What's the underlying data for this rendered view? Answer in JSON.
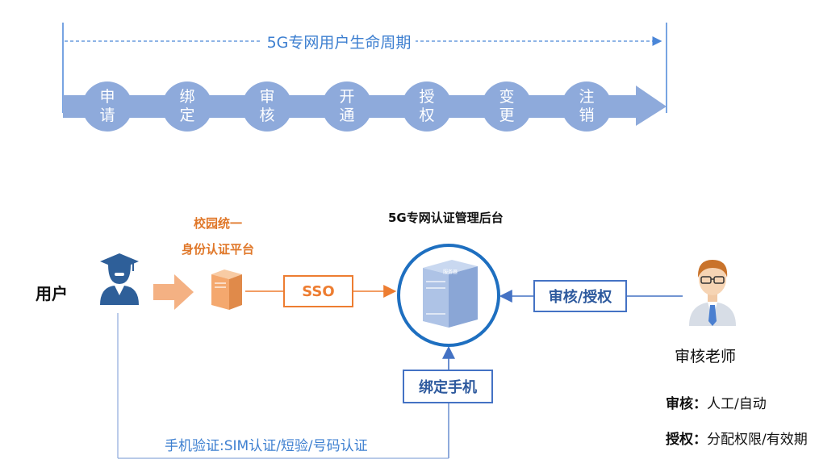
{
  "lifecycle": {
    "title": "5G专网用户生命周期",
    "stages": [
      {
        "line1": "申",
        "line2": "请"
      },
      {
        "line1": "绑",
        "line2": "定"
      },
      {
        "line1": "审",
        "line2": "核"
      },
      {
        "line1": "开",
        "line2": "通"
      },
      {
        "line1": "授",
        "line2": "权"
      },
      {
        "line1": "变",
        "line2": "更"
      },
      {
        "line1": "注",
        "line2": "销"
      }
    ]
  },
  "flow": {
    "user_label": "用户",
    "campus_title_line1": "校园统一",
    "campus_title_line2": "身份认证平台",
    "sso_label": "SSO",
    "backend_title": "5G专网认证管理后台",
    "server_panel_text": "服务器",
    "audit_auth_label": "审核/授权",
    "bind_phone_label": "绑定手机",
    "teacher_label": "审核老师",
    "audit_key": "审核：",
    "audit_value": "人工/自动",
    "auth_key": "授权：",
    "auth_value": "分配权限/有效期",
    "phone_verify_label": "手机验证:SIM认证/短验/号码认证"
  },
  "colors": {
    "stage_fill": "#8eaadb",
    "accent_blue": "#4472c4",
    "accent_orange": "#ed7d31"
  }
}
